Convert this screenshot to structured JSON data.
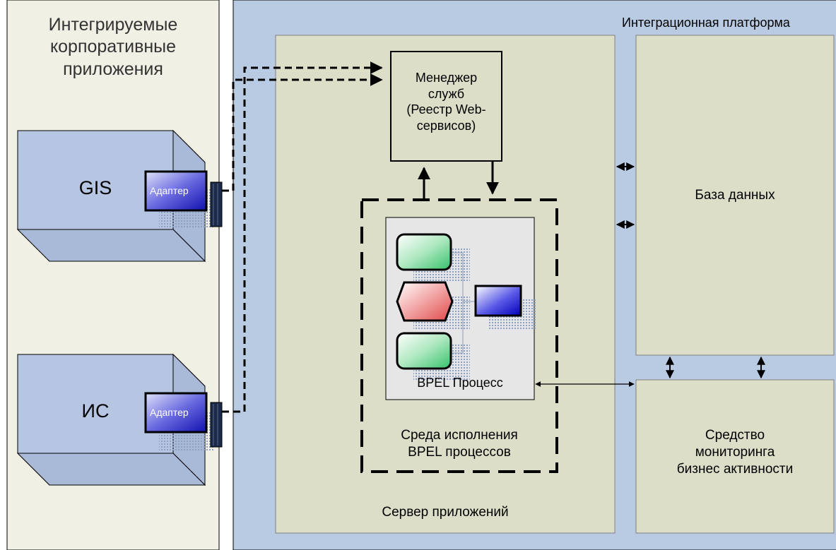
{
  "left_panel": {
    "title": "Интегрируемые\nкорпоративные\nприложения",
    "systems": [
      {
        "name": "GIS",
        "adapter": "Адаптер"
      },
      {
        "name": "ИС",
        "adapter": "Адаптер"
      }
    ]
  },
  "platform": {
    "title": "Интеграционная платформа",
    "app_server": {
      "label": "Сервер приложений",
      "service_manager": "Менеджер\nслужб\n(Реестр Web-\nсервисов)",
      "bpel_env": {
        "label": "Среда исполнения\nBPEL процессов",
        "process_label": "BPEL Процесс"
      }
    },
    "database": "База данных",
    "monitoring": "Средство\nмониторинга\nбизнес активности"
  },
  "colors": {
    "left_bg": "#f1f0e4",
    "platform_bg": "#b8cbe2",
    "server_bg": "#dcdec8",
    "box_front": "#b5c5e2",
    "box_side": "#a3b5d6",
    "process_bg": "#e6e6e6"
  }
}
